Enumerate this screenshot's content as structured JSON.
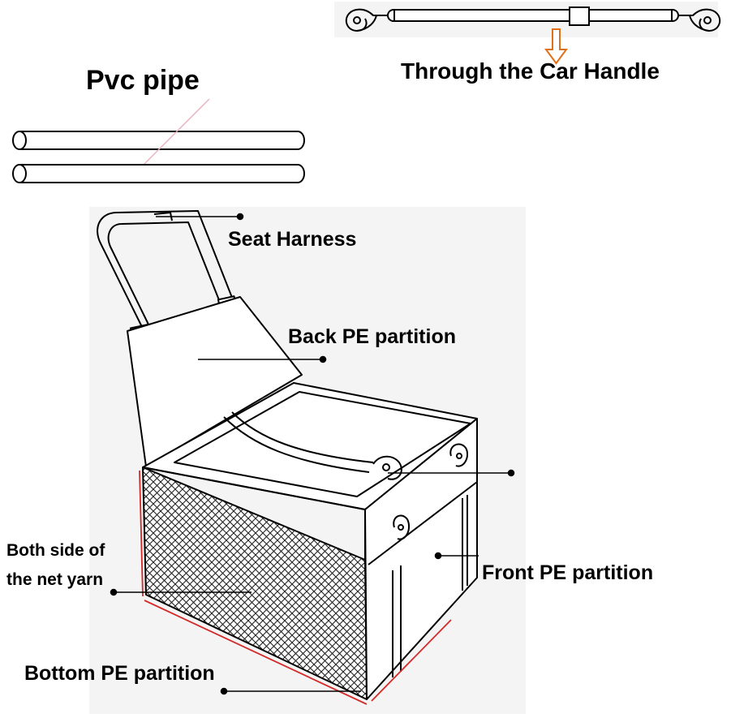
{
  "labels": {
    "pvc_pipe": "Pvc pipe",
    "through_handle": "Through the Car Handle",
    "seat_harness": "Seat Harness",
    "back_partition": "Back PE partition",
    "net_yarn_line1": "Both side of",
    "net_yarn_line2": "the net yarn",
    "front_partition": "Front PE partition",
    "bottom_partition": "Bottom PE partition"
  },
  "colors": {
    "line": "#000000",
    "arrow": "#e0701a",
    "edge_highlight": "#d42a2a",
    "panel_bg": "#f4f4f4",
    "leader_pink": "#e8b4bf"
  },
  "icons": [
    "carabiner-hook-icon",
    "down-arrow-icon",
    "d-ring-icon"
  ]
}
